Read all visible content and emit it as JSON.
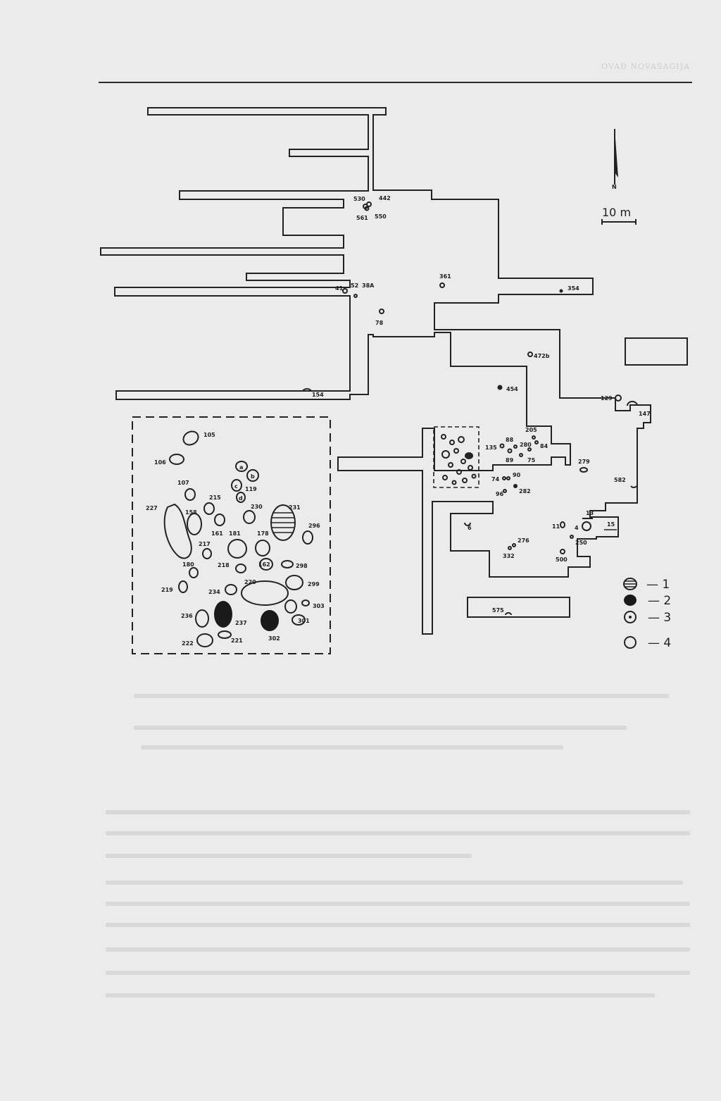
{
  "page": {
    "running_head": "OVAÐ NOVAŠAGIJA"
  },
  "scale_bar": {
    "label": "10 m",
    "north_label": "N"
  },
  "legend": [
    {
      "symbol": "hatched-oval",
      "label": "— 1"
    },
    {
      "symbol": "filled-oval",
      "label": "— 2"
    },
    {
      "symbol": "dotted-circle",
      "label": "— 3"
    },
    {
      "symbol": "open-circle",
      "label": "— 4"
    }
  ],
  "features": {
    "f530": "530",
    "f442": "442",
    "f561": "561",
    "f550": "550",
    "f361": "361",
    "f354": "354",
    "f41": "41",
    "f52": "52",
    "f38a": "38A",
    "f78": "78",
    "f472b": "472b",
    "f454": "454",
    "f154": "154",
    "f129": "129",
    "f147": "147",
    "f205": "205",
    "f88": "88",
    "f280": "280",
    "f84": "84",
    "f135": "135",
    "f89": "89",
    "f75": "75",
    "f279": "279",
    "f74": "74",
    "f90": "90",
    "f96": "96",
    "f282": "282",
    "f582": "582",
    "f13": "13",
    "f6": "6",
    "f11": "11",
    "f4": "4",
    "f15": "15",
    "f276": "276",
    "f250": "250",
    "f332": "332",
    "f500": "500",
    "f575": "575",
    "f105": "105",
    "f106": "106",
    "fa": "a",
    "fb": "b",
    "fc": "c",
    "fd": "d",
    "f107": "107",
    "f119": "119",
    "f215": "215",
    "f158": "158",
    "f227": "227",
    "f230": "230",
    "f231": "231",
    "f161": "161",
    "f181": "181",
    "f178": "178",
    "f296": "296",
    "f217": "217",
    "f180": "180",
    "f218": "218",
    "f162": "162",
    "f298": "298",
    "f219": "219",
    "f234": "234",
    "f220": "220",
    "f299": "299",
    "f236": "236",
    "f237": "237",
    "f303": "303",
    "f301": "301",
    "f302": "302",
    "f222": "222",
    "f221": "221"
  }
}
